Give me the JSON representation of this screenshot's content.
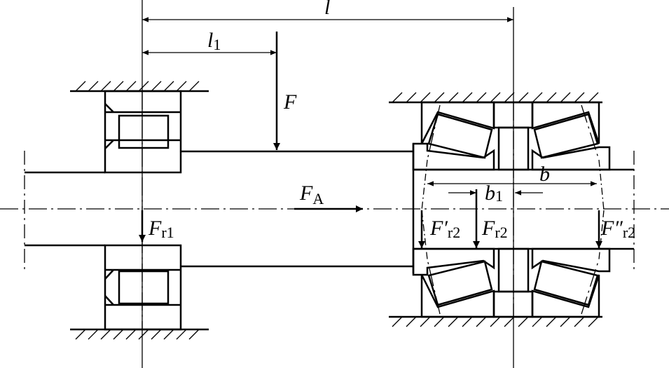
{
  "labels": {
    "l": "l",
    "l1_main": "l",
    "l1_sub": "1",
    "F": "F",
    "FA_main": "F",
    "FA_sub": "A",
    "Fr1_main": "F",
    "Fr1_sub": "r1",
    "b": "b",
    "b1_main": "b",
    "b1_sub": "1",
    "Fr2p_main": "F′",
    "Fr2p_sub": "r2",
    "Fr2_main": "F",
    "Fr2_sub": "r2",
    "Fr2pp_main": "F″",
    "Fr2pp_sub": "r2"
  },
  "colors": {
    "stroke": "#000000",
    "background": "#ffffff"
  }
}
